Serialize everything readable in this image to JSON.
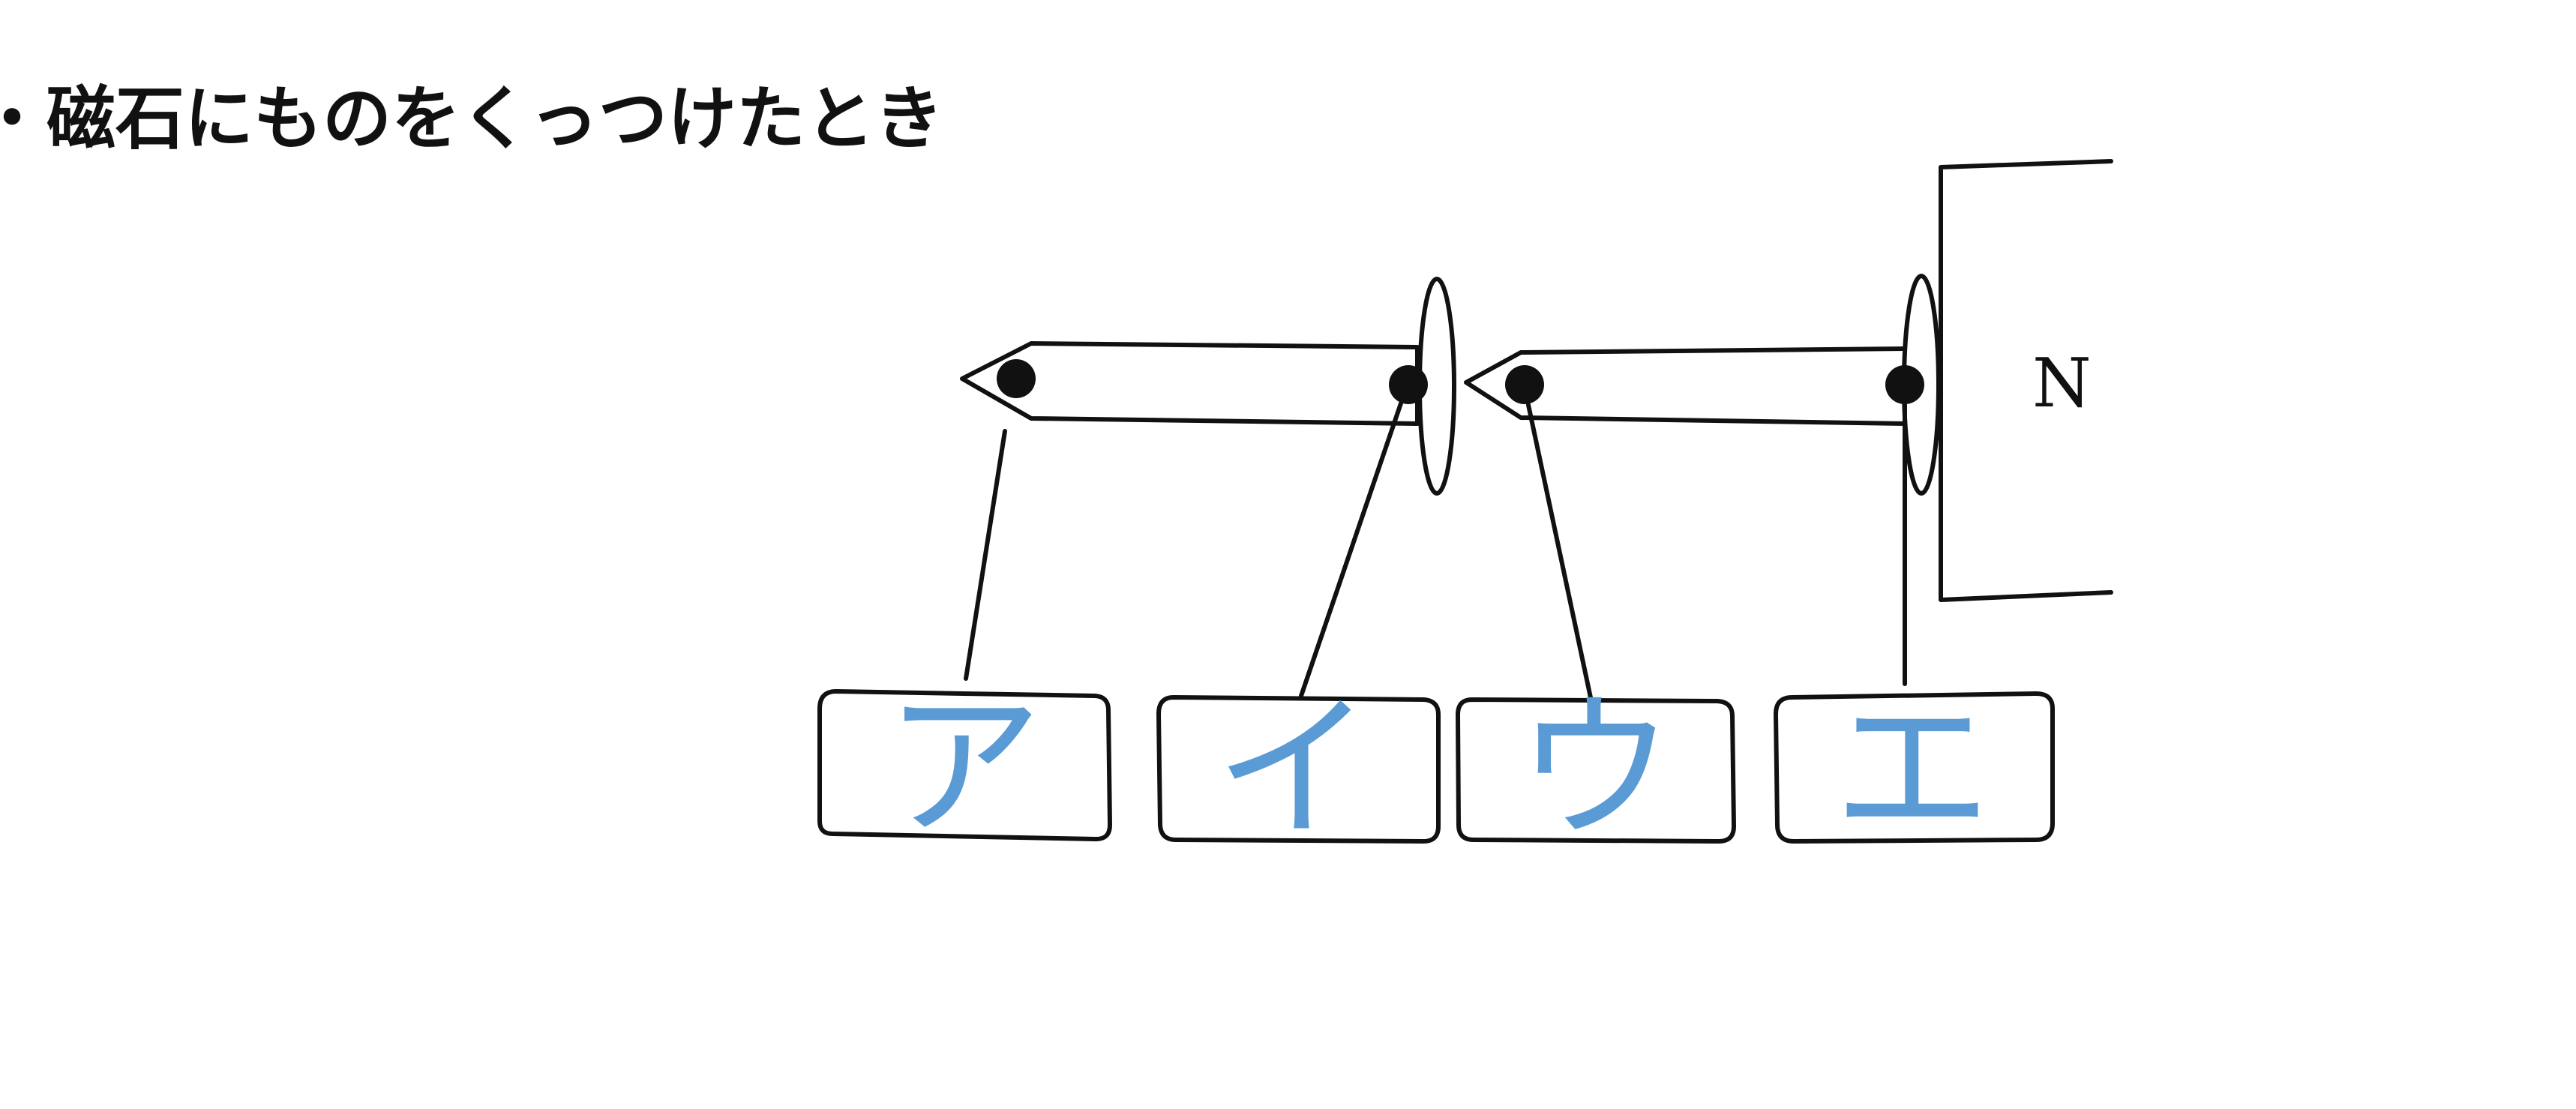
{
  "heading": "・磁石にものをくっつけたとき",
  "magnet": {
    "pole_label": "N"
  },
  "answer_boxes": [
    {
      "label": "ア"
    },
    {
      "label": "イ"
    },
    {
      "label": "ウ"
    },
    {
      "label": "エ"
    }
  ],
  "colors": {
    "answer_text": "#5b9bd5",
    "line": "#111111"
  }
}
